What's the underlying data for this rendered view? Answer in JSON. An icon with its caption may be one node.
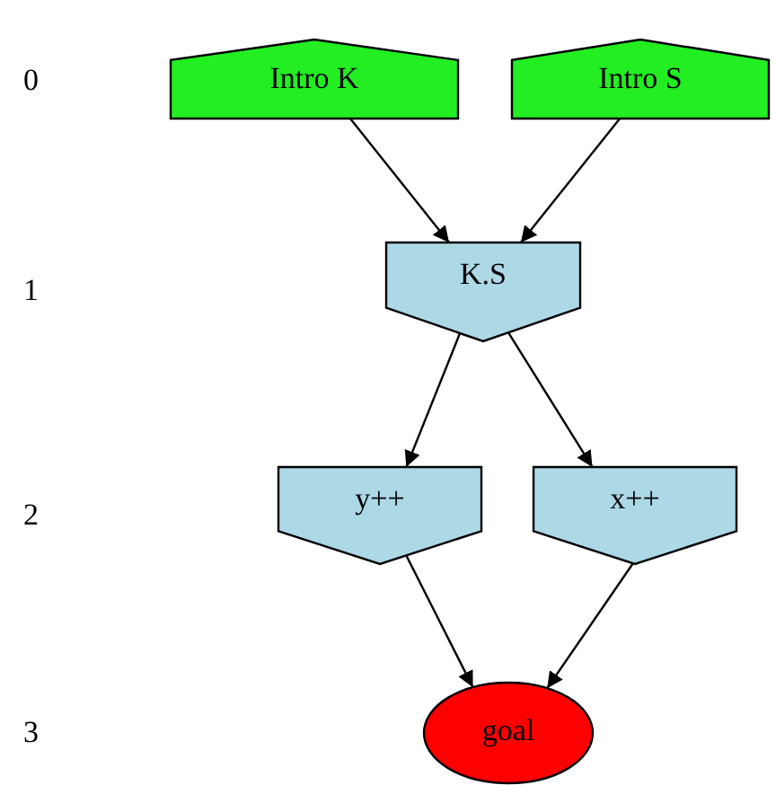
{
  "diagram": {
    "nodes": [
      {
        "text": [
          "Intro K"
        ]
      },
      {
        "text": [
          "Intro S"
        ]
      },
      {
        "text": [
          "K.S"
        ]
      },
      {
        "text": [
          "y++"
        ]
      },
      {
        "text": [
          "x++"
        ]
      },
      {
        "text": [
          "goal"
        ]
      }
    ],
    "edges": [
      {
        "from": 0,
        "to": 2,
        "arrow": "to"
      },
      {
        "from": 1,
        "to": 2,
        "arrow": "to"
      },
      {
        "from": 2,
        "to": 3,
        "arrow": "to"
      },
      {
        "from": 2,
        "to": 4,
        "arrow": "to"
      },
      {
        "from": 3,
        "to": 5,
        "arrow": "to"
      },
      {
        "from": 4,
        "to": 5,
        "arrow": "to"
      }
    ],
    "labels": [
      "0",
      "1",
      "2",
      "3"
    ]
  }
}
